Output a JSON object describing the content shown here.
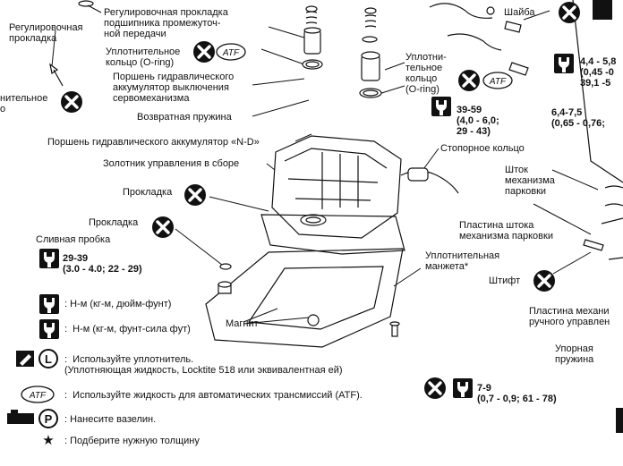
{
  "labels": {
    "shim": "Регулировочная прокладка\nподшипника промежуточ-\nной передачи",
    "adjusting_shim": "Регулировочная\nпрокладка",
    "partial_left": "нительное\nо",
    "o_ring_left": "Уплотнительное\nкольцо (O-ring)",
    "piston_accum": "Поршень гидравлического\nаккумулятор выключения\nсервомеханизма",
    "return_spring": "Возвратная пружина",
    "o_ring_right": "Уплотни-\nтельное\nкольцо\n(O-ring)",
    "piston_nd": "Поршень гидравлического аккумулятор «N-D»",
    "control_valve": "Золотник управления в сборе",
    "retaining_ring": "Стопорное кольцо",
    "gasket1": "Прокладка",
    "gasket2": "Прокладка",
    "drain_plug": "Сливная пробка",
    "magnet": "Магнит",
    "seal_cuff": "Уплотнительная\nманжета*",
    "washer": "Шайба",
    "park_rod": "Шток\nмеханизма\nпарковки",
    "park_rod_plate": "Пластина штока\nмеханизма парковки",
    "pin": "Штифт",
    "manual_plate": "Пластина механи\nручного управлен",
    "thrust_spring": "Упорная\nпружина"
  },
  "values": {
    "torque_39_59": "39-59\n(4,0 - 6,0;\n29 - 43)",
    "torque_29_39": "29-39\n(3.0 - 4.0; 22 - 29)",
    "torque_44_58": "4,4 - 5,8\n(0,45 -0\n39,1 -5",
    "torque_64_75": "6,4-7,5\n(0,65 - 0,76;",
    "torque_7_9": "7-9\n(0,7 - 0,9; 61 - 78)"
  },
  "legend": {
    "nm_inch": ": Н-м (кг-м, дюйм-фунт)",
    "nm_foot": ":  Н-м (кг-м, фунт-сила фут)",
    "sealant": ":  Используйте уплотнитель.\n(Уплотняющая жидкость, Locktite 518 или эквивалентная ей)",
    "atf": ":  Используйте жидкость для автоматических трансмиссий (ATF).",
    "vaseline": ": Нанесите вазелин.",
    "select": ": Подберите нужную толщину"
  },
  "icons": {
    "atf_text": "ATF",
    "l_text": "L",
    "p_text": "P",
    "star": "★"
  }
}
